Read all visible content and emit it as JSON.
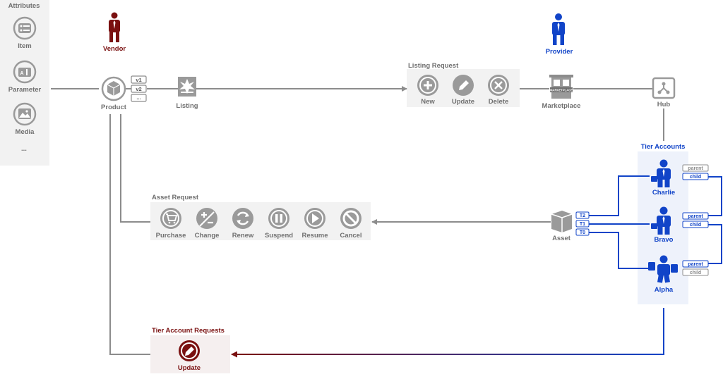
{
  "attributes": {
    "title": "Attributes",
    "items": [
      "Item",
      "Parameter",
      "Media"
    ],
    "more": "..."
  },
  "vendor": {
    "label": "Vendor"
  },
  "provider": {
    "label": "Provider"
  },
  "product": {
    "label": "Product",
    "versions": [
      "v1",
      "v2",
      "..."
    ]
  },
  "listing": {
    "label": "Listing"
  },
  "listing_request": {
    "title": "Listing Request",
    "actions": [
      "New",
      "Update",
      "Delete"
    ]
  },
  "marketplace": {
    "label": "Marketplace",
    "sign": "MARKETPLACE"
  },
  "hub": {
    "label": "Hub"
  },
  "tier_accounts": {
    "title": "Tier Accounts",
    "accounts": [
      "Charlie",
      "Bravo",
      "Alpha"
    ],
    "tags": [
      "parent",
      "child"
    ]
  },
  "asset": {
    "label": "Asset",
    "tiers": [
      "T2",
      "T1",
      "T0"
    ]
  },
  "asset_request": {
    "title": "Asset Request",
    "actions": [
      "Purchase",
      "Change",
      "Renew",
      "Suspend",
      "Resume",
      "Cancel"
    ]
  },
  "tier_account_requests": {
    "title": "Tier Account Requests",
    "action": "Update"
  },
  "colors": {
    "gray": "#8c8c8c",
    "blue": "#1144c8",
    "dark_red": "#7a1010",
    "panel_gray": "#f2f2f2",
    "panel_blue": "#eef2fb",
    "panel_red": "#f5efef"
  }
}
